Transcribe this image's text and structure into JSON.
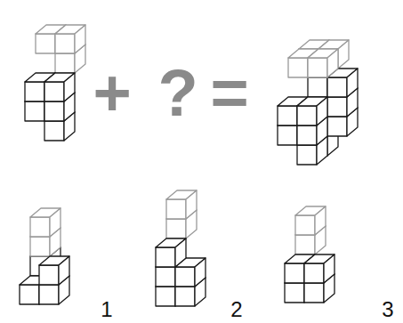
{
  "diagram": {
    "labels": [
      "+",
      "?",
      "=",
      "1",
      "2",
      "3"
    ]
  }
}
